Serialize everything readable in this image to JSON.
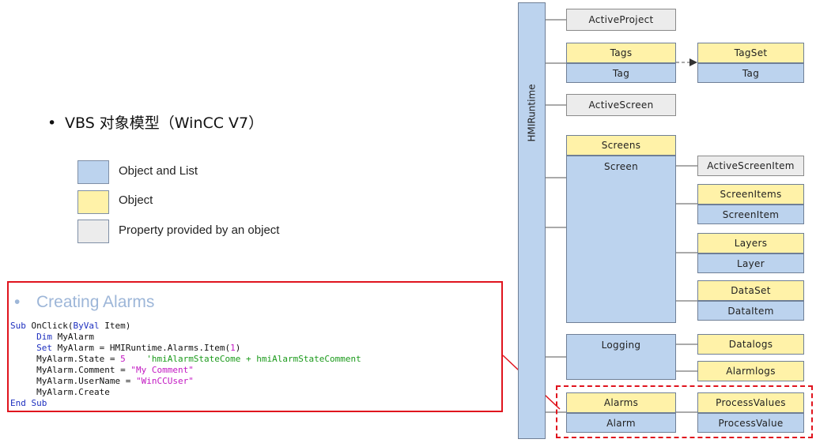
{
  "bullet": {
    "dot": "•",
    "title": "VBS 对象模型（WinCC V7）"
  },
  "legend": [
    {
      "label": "Object and List",
      "color": "#bcd3ee"
    },
    {
      "label": "Object",
      "color": "#fff2a8"
    },
    {
      "label": "Property provided by an object",
      "color": "#ececec"
    }
  ],
  "creating": {
    "dot": "•",
    "title": "Creating Alarms"
  },
  "code": {
    "l1_kw": "Sub",
    "l1_rest": " OnClick(",
    "l1_kw2": "ByVal",
    "l1_end": " Item)",
    "l2_kw": "Dim",
    "l2_rest": " MyAlarm",
    "l3_kw": "Set",
    "l3_rest": " MyAlarm = HMIRuntime.Alarms.Item(",
    "l3_num": "1",
    "l3_end": ")",
    "l4_rest": "MyAlarm.State = ",
    "l4_num": "5",
    "l4_cmt": "    'hmiAlarmStateCome + hmiAlarmStateComment",
    "l5_rest": "MyAlarm.Comment = ",
    "l5_str": "\"My Comment\"",
    "l6_rest": "MyAlarm.UserName = ",
    "l6_str": "\"WinCCUser\"",
    "l7_rest": "MyAlarm.Create",
    "l8_kw": "End Sub"
  },
  "diagram": {
    "hmi": "HMIRuntime",
    "active_project": "ActiveProject",
    "tags": "Tags",
    "tag": "Tag",
    "tagset": "TagSet",
    "tagset_tag": "Tag",
    "active_screen": "ActiveScreen",
    "screens": "Screens",
    "screen": "Screen",
    "active_screen_item": "ActiveScreenItem",
    "screen_items": "ScreenItems",
    "screen_item": "ScreenItem",
    "layers": "Layers",
    "layer": "Layer",
    "dataset": "DataSet",
    "dataitem": "DataItem",
    "logging": "Logging",
    "datalogs": "Datalogs",
    "alarmlogs": "Alarmlogs",
    "alarms": "Alarms",
    "alarm": "Alarm",
    "process_values": "ProcessValues",
    "process_value": "ProcessValue"
  },
  "colors": {
    "object_list": "#bcd3ee",
    "object": "#fff2a8",
    "property": "#ececec",
    "highlight": "#e0141e"
  }
}
